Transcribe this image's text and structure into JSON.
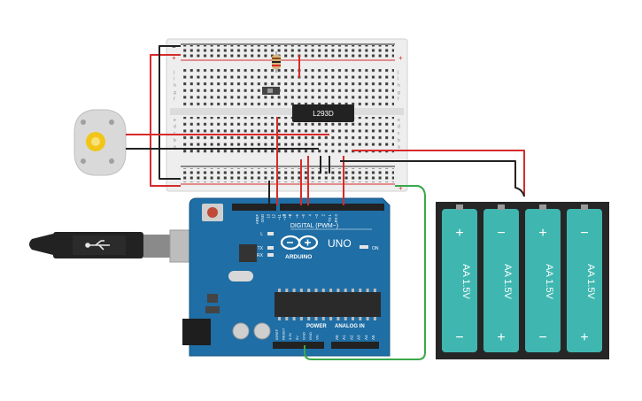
{
  "chip": {
    "label": "L293D"
  },
  "arduino": {
    "brand": "ARDUINO",
    "model": "UNO",
    "digital_label": "DIGITAL (PWM~)",
    "power_label": "POWER",
    "analog_label": "ANALOG IN",
    "on_label": "ON",
    "led_l": "L",
    "led_tx": "TX",
    "led_rx": "RX",
    "top_pins": [
      "AREF",
      "GND",
      "13",
      "12",
      "~11",
      "~10",
      "~9",
      "8",
      "7",
      "~6",
      "~5",
      "4",
      "~3",
      "2",
      "TX 1",
      "RX 0"
    ],
    "power_pins": [
      "IOREF",
      "RESET",
      "3.3V",
      "5V",
      "GND",
      "GND",
      "Vin"
    ],
    "analog_pins": [
      "A0",
      "A1",
      "A2",
      "A3",
      "A4",
      "A5"
    ]
  },
  "battery_pack": {
    "cells": [
      {
        "top": "+",
        "label": "AA 1.5V",
        "bottom": "−"
      },
      {
        "top": "−",
        "label": "AA 1.5V",
        "bottom": "+"
      },
      {
        "top": "+",
        "label": "AA 1.5V",
        "bottom": "−"
      },
      {
        "top": "−",
        "label": "AA 1.5V",
        "bottom": "+"
      }
    ]
  },
  "breadboard": {
    "rows_top": [
      "j",
      "i",
      "h",
      "g",
      "f"
    ],
    "rows_bottom": [
      "e",
      "d",
      "c",
      "b",
      "a"
    ],
    "rail_plus": "+",
    "rail_minus": "−"
  },
  "colors": {
    "board_blue": "#1f6ea5",
    "wire_red": "#d62b2b",
    "wire_black": "#222222",
    "wire_green": "#3aa84a",
    "battery_teal": "#3fb7b0",
    "breadboard": "#eeeeee"
  }
}
